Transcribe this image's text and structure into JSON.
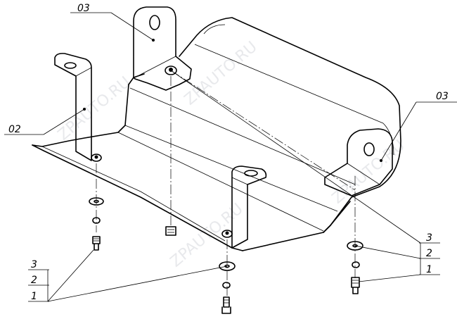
{
  "callouts": {
    "bracket_top": "03",
    "bracket_right": "03",
    "bracket_left": "02",
    "stack_left": [
      "3",
      "2",
      "1"
    ],
    "stack_right": [
      "3",
      "2",
      "1"
    ]
  },
  "watermark": "ZPAUTO.RU"
}
